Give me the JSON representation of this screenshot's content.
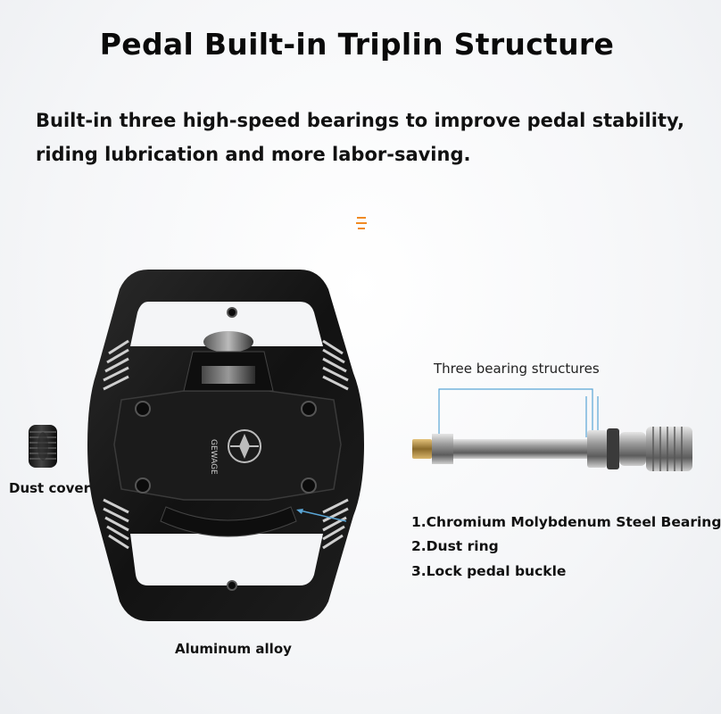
{
  "header": {
    "title": "Pedal Built-in Triplin Structure",
    "subtitle_line1": "Built-in three high-speed bearings to improve pedal stability,",
    "subtitle_line2": "riding lubrication and more labor-saving."
  },
  "pedal": {
    "brand_text": "GEWAGE",
    "labels": {
      "dust_cover": "Dust cover",
      "aluminum": "Aluminum alloy"
    }
  },
  "axle": {
    "bearing_label": "Three bearing structures",
    "parts": [
      "1.Chromium Molybdenum Steel Bearing",
      "2.Dust ring",
      "3.Lock pedal buckle"
    ]
  },
  "colors": {
    "accent": "#f08a24",
    "callout_line": "#5aa6d6",
    "pedal_body": "#141414"
  }
}
